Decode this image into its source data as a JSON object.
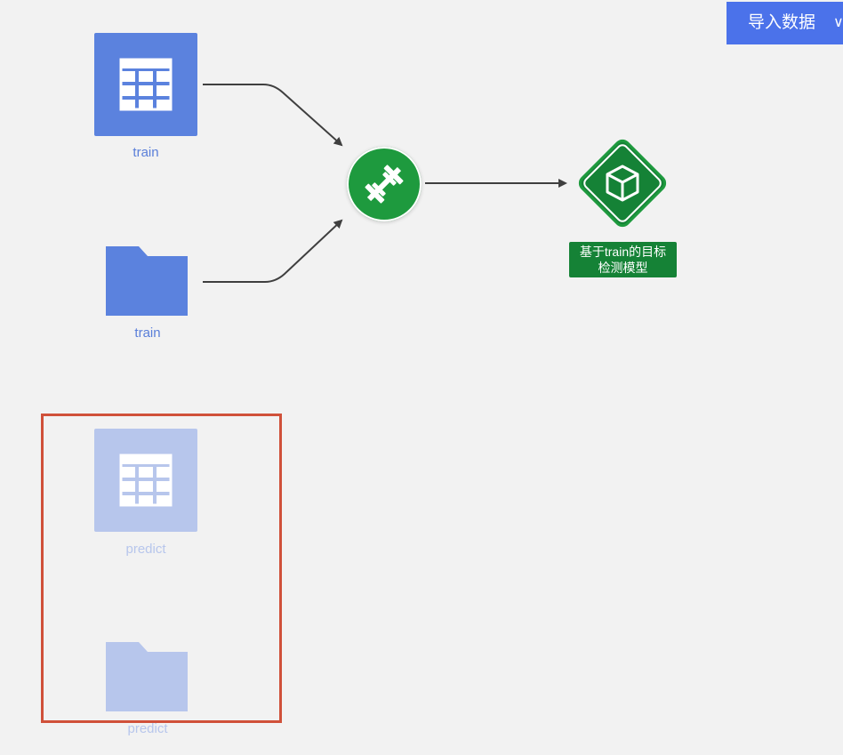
{
  "toolbar": {
    "import_label": "导入数据",
    "import_chevron": "∨"
  },
  "nodes": {
    "train_table": {
      "label": "train",
      "icon": "table-icon"
    },
    "train_folder": {
      "label": "train",
      "icon": "folder-icon"
    },
    "train_op": {
      "icon": "dumbbell-icon"
    },
    "model": {
      "label_line1": "基于train的目标",
      "label_line2": "检测模型",
      "icon": "cube-icon"
    },
    "predict_table": {
      "label": "predict",
      "icon": "table-icon"
    },
    "predict_folder": {
      "label": "predict",
      "icon": "folder-icon"
    }
  },
  "colors": {
    "canvas_bg": "#f2f2f2",
    "node_blue": "#5b82de",
    "node_blue_faded": "#b7c6ec",
    "op_green": "#1e9a3e",
    "model_green": "#158236",
    "selection_red": "#d0513a",
    "button_blue": "#4b72ea"
  }
}
